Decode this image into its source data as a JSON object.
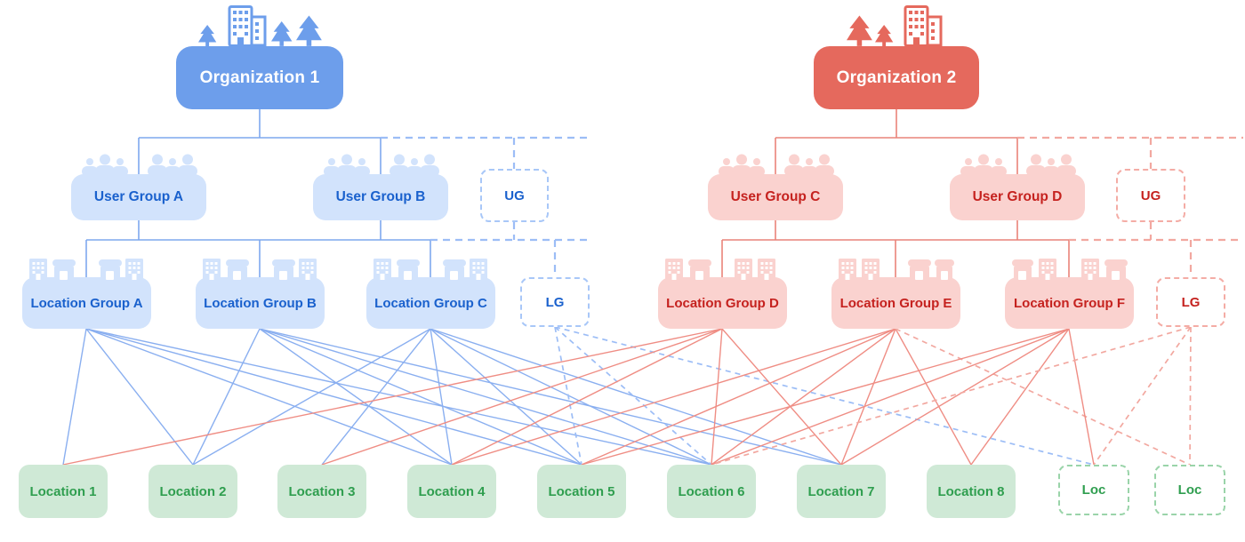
{
  "palette": {
    "org_blue": "#6d9eeb",
    "blue_light": "#d2e3fc",
    "blue_text": "#1a61cd",
    "org_red": "#e5695d",
    "red_light": "#fad2cf",
    "red_text": "#c5221f",
    "green_light": "#cfe9d6",
    "green_text": "#2f9e4f"
  },
  "organizations": [
    {
      "id": "org1",
      "label": "Organization 1"
    },
    {
      "id": "org2",
      "label": "Organization 2"
    }
  ],
  "user_groups": [
    {
      "id": "ugA",
      "label": "User Group A",
      "org": "Organization 1"
    },
    {
      "id": "ugB",
      "label": "User Group B",
      "org": "Organization 1"
    },
    {
      "id": "ugMoreBlue",
      "label": "UG",
      "org": "Organization 1",
      "placeholder": true
    },
    {
      "id": "ugC",
      "label": "User Group C",
      "org": "Organization 2"
    },
    {
      "id": "ugD",
      "label": "User Group D",
      "org": "Organization 2"
    },
    {
      "id": "ugMoreRed",
      "label": "UG",
      "org": "Organization 2",
      "placeholder": true
    }
  ],
  "location_groups": [
    {
      "id": "lgA",
      "label": "Location Group A",
      "org": "Organization 1"
    },
    {
      "id": "lgB",
      "label": "Location Group B",
      "org": "Organization 1"
    },
    {
      "id": "lgC",
      "label": "Location Group C",
      "org": "Organization 1"
    },
    {
      "id": "lgMoreBlue",
      "label": "LG",
      "org": "Organization 1",
      "placeholder": true
    },
    {
      "id": "lgD",
      "label": "Location Group D",
      "org": "Organization 2"
    },
    {
      "id": "lgE",
      "label": "Location Group E",
      "org": "Organization 2"
    },
    {
      "id": "lgF",
      "label": "Location Group F",
      "org": "Organization 2"
    },
    {
      "id": "lgMoreRed",
      "label": "LG",
      "org": "Organization 2",
      "placeholder": true
    }
  ],
  "locations": [
    {
      "id": "l1",
      "label": "Location 1"
    },
    {
      "id": "l2",
      "label": "Location 2"
    },
    {
      "id": "l3",
      "label": "Location 3"
    },
    {
      "id": "l4",
      "label": "Location 4"
    },
    {
      "id": "l5",
      "label": "Location 5"
    },
    {
      "id": "l6",
      "label": "Location 6"
    },
    {
      "id": "l7",
      "label": "Location 7"
    },
    {
      "id": "l8",
      "label": "Location 8"
    },
    {
      "id": "locMore1",
      "label": "Loc",
      "placeholder": true
    },
    {
      "id": "locMore2",
      "label": "Loc",
      "placeholder": true
    }
  ],
  "edges": [
    {
      "from": "lgA",
      "to": "l1",
      "style": "blue-solid"
    },
    {
      "from": "lgA",
      "to": "l2",
      "style": "blue-solid"
    },
    {
      "from": "lgA",
      "to": "l4",
      "style": "blue-solid"
    },
    {
      "from": "lgA",
      "to": "l5",
      "style": "blue-solid"
    },
    {
      "from": "lgA",
      "to": "l6",
      "style": "blue-solid"
    },
    {
      "from": "lgB",
      "to": "l2",
      "style": "blue-solid"
    },
    {
      "from": "lgB",
      "to": "l4",
      "style": "blue-solid"
    },
    {
      "from": "lgB",
      "to": "l5",
      "style": "blue-solid"
    },
    {
      "from": "lgB",
      "to": "l6",
      "style": "blue-solid"
    },
    {
      "from": "lgB",
      "to": "l7",
      "style": "blue-solid"
    },
    {
      "from": "lgC",
      "to": "l2",
      "style": "blue-solid"
    },
    {
      "from": "lgC",
      "to": "l3",
      "style": "blue-solid"
    },
    {
      "from": "lgC",
      "to": "l4",
      "style": "blue-solid"
    },
    {
      "from": "lgC",
      "to": "l5",
      "style": "blue-solid"
    },
    {
      "from": "lgC",
      "to": "l6",
      "style": "blue-solid"
    },
    {
      "from": "lgC",
      "to": "l7",
      "style": "blue-solid"
    },
    {
      "from": "lgMoreBlue",
      "to": "l5",
      "style": "blue-dashed"
    },
    {
      "from": "lgMoreBlue",
      "to": "l6",
      "style": "blue-dashed"
    },
    {
      "from": "lgMoreBlue",
      "to": "locMore1",
      "style": "blue-dashed"
    },
    {
      "from": "lgD",
      "to": "l1",
      "style": "red-solid"
    },
    {
      "from": "lgD",
      "to": "l3",
      "style": "red-solid"
    },
    {
      "from": "lgD",
      "to": "l4",
      "style": "red-solid"
    },
    {
      "from": "lgD",
      "to": "l6",
      "style": "red-solid"
    },
    {
      "from": "lgD",
      "to": "l7",
      "style": "red-solid"
    },
    {
      "from": "lgE",
      "to": "l4",
      "style": "red-solid"
    },
    {
      "from": "lgE",
      "to": "l5",
      "style": "red-solid"
    },
    {
      "from": "lgE",
      "to": "l6",
      "style": "red-solid"
    },
    {
      "from": "lgE",
      "to": "l7",
      "style": "red-solid"
    },
    {
      "from": "lgE",
      "to": "l8",
      "style": "red-solid"
    },
    {
      "from": "lgE",
      "to": "locMore2",
      "style": "red-dashed"
    },
    {
      "from": "lgF",
      "to": "l5",
      "style": "red-solid"
    },
    {
      "from": "lgF",
      "to": "l6",
      "style": "red-solid"
    },
    {
      "from": "lgF",
      "to": "l7",
      "style": "red-solid"
    },
    {
      "from": "lgF",
      "to": "l8",
      "style": "red-solid"
    },
    {
      "from": "lgF",
      "to": "locMore1",
      "style": "red-solid"
    },
    {
      "from": "lgMoreRed",
      "to": "l6",
      "style": "red-dashed"
    },
    {
      "from": "lgMoreRed",
      "to": "locMore1",
      "style": "red-dashed"
    },
    {
      "from": "lgMoreRed",
      "to": "locMore2",
      "style": "red-dashed"
    }
  ]
}
